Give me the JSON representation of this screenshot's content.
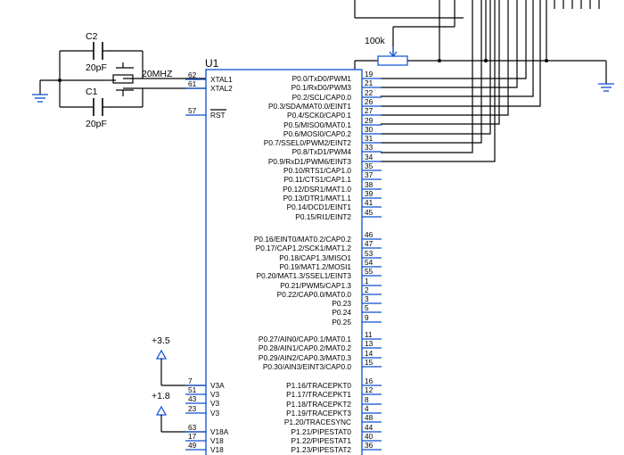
{
  "chip": {
    "ref": "U1",
    "left_pins": [
      {
        "num": "62",
        "name": "XTAL1"
      },
      {
        "num": "61",
        "name": "XTAL2"
      },
      {
        "num": "57",
        "name": "RST"
      },
      {
        "num": "7",
        "name": "V3A"
      },
      {
        "num": "51",
        "name": "V3"
      },
      {
        "num": "43",
        "name": "V3"
      },
      {
        "num": "23",
        "name": "V3"
      },
      {
        "num": "63",
        "name": "V18A"
      },
      {
        "num": "17",
        "name": "V18"
      },
      {
        "num": "49",
        "name": "V18"
      }
    ],
    "right_pins": [
      {
        "num": "19",
        "name": "P0.0/TxD0/PWM1"
      },
      {
        "num": "21",
        "name": "P0.1/RxD0/PWM3"
      },
      {
        "num": "22",
        "name": "P0.2/SCL/CAP0.0"
      },
      {
        "num": "26",
        "name": "P0.3/SDA/MAT0.0/EINT1"
      },
      {
        "num": "27",
        "name": "P0.4/SCK0/CAP0.1"
      },
      {
        "num": "29",
        "name": "P0.5/MISO0/MAT0.1"
      },
      {
        "num": "30",
        "name": "P0.6/MOSI0/CAP0.2"
      },
      {
        "num": "31",
        "name": "P0.7/SSEL0/PWM2/EINT2"
      },
      {
        "num": "33",
        "name": "P0.8/TxD1/PWM4"
      },
      {
        "num": "34",
        "name": "P0.9/RxD1/PWM6/EINT3"
      },
      {
        "num": "35",
        "name": "P0.10/RTS1/CAP1.0"
      },
      {
        "num": "37",
        "name": "P0.11/CTS1/CAP1.1"
      },
      {
        "num": "38",
        "name": "P0.12/DSR1/MAT1.0"
      },
      {
        "num": "39",
        "name": "P0.13/DTR1/MAT1.1"
      },
      {
        "num": "41",
        "name": "P0.14/DCD1/EINT1"
      },
      {
        "num": "45",
        "name": "P0.15/RI1/EINT2"
      },
      {
        "num": "46",
        "name": "P0.16/EINT0/MAT0.2/CAP0.2"
      },
      {
        "num": "47",
        "name": "P0.17/CAP1.2/SCK1/MAT1.2"
      },
      {
        "num": "53",
        "name": "P0.18/CAP1.3/MISO1"
      },
      {
        "num": "54",
        "name": "P0.19/MAT1.2/MOSI1"
      },
      {
        "num": "55",
        "name": "P0.20/MAT1.3/SSEL1/EINT3"
      },
      {
        "num": "1",
        "name": "P0.21/PWM5/CAP1.3"
      },
      {
        "num": "2",
        "name": "P0.22/CAP0.0/MAT0.0"
      },
      {
        "num": "3",
        "name": "P0.23"
      },
      {
        "num": "5",
        "name": "P0.24"
      },
      {
        "num": "9",
        "name": "P0.25"
      },
      {
        "num": "11",
        "name": "P0.27/AIN0/CAP0.1/MAT0.1"
      },
      {
        "num": "13",
        "name": "P0.28/AIN1/CAP0.2/MAT0.2"
      },
      {
        "num": "14",
        "name": "P0.29/AIN2/CAP0.3/MAT0.3"
      },
      {
        "num": "15",
        "name": "P0.30/AIN3/EINT3/CAP0.0"
      },
      {
        "num": "16",
        "name": "P1.16/TRACEPKT0"
      },
      {
        "num": "12",
        "name": "P1.17/TRACEPKT1"
      },
      {
        "num": "8",
        "name": "P1.18/TRACEPKT2"
      },
      {
        "num": "4",
        "name": "P1.19/TRACEPKT3"
      },
      {
        "num": "48",
        "name": "P1.20/TRACESYNC"
      },
      {
        "num": "44",
        "name": "P1.21/PIPESTAT0"
      },
      {
        "num": "40",
        "name": "P1.22/PIPESTAT1"
      },
      {
        "num": "36",
        "name": "P1.23/PIPESTAT2"
      }
    ]
  },
  "components": {
    "c2": {
      "ref": "C2",
      "value": "20pF"
    },
    "c1": {
      "ref": "C1",
      "value": "20pF"
    },
    "crystal": {
      "value": "20MHZ"
    },
    "pot": {
      "value": "100k"
    }
  },
  "power": {
    "v33": "+3.5",
    "v18": "+1.8"
  },
  "colors": {
    "symbol": "#0b4fd1",
    "wire": "#000000"
  }
}
